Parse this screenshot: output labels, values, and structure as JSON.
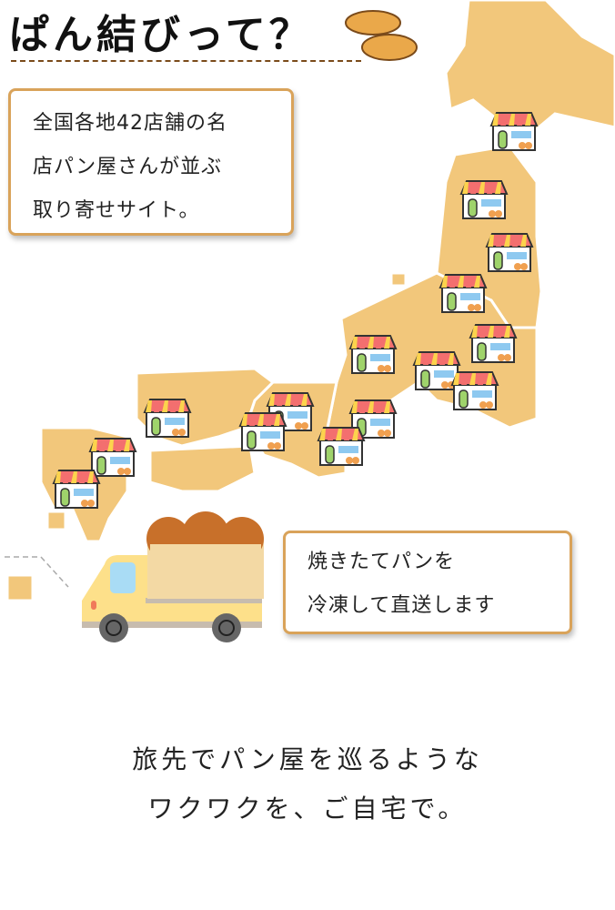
{
  "header": {
    "title": "ぱん結びって？",
    "icon": "croissant-icon"
  },
  "intro_box": {
    "lines": [
      "全国各地42店舗の名",
      "店パン屋さんが並ぶ",
      "取り寄せサイト。"
    ]
  },
  "delivery_box": {
    "lines": [
      "焼きたてパンを",
      "冷凍して直送します"
    ]
  },
  "tagline": {
    "lines": [
      "旅先でパン屋を巡るような",
      "ワクワクを、ご自宅で。"
    ]
  },
  "colors": {
    "map": "#f2c77b",
    "border": "#d9a35a",
    "truck": "#fde08a",
    "dash": "#7a4a1a"
  }
}
